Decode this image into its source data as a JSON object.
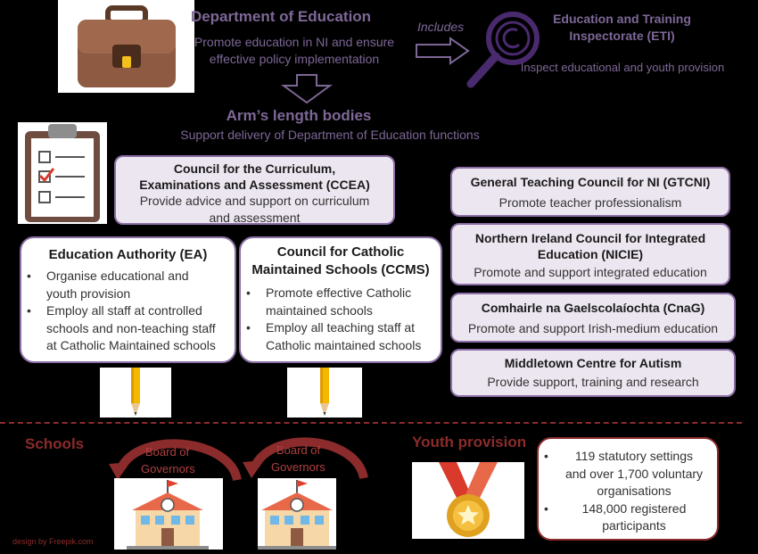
{
  "department": {
    "title": "Department of Education",
    "desc_line1": "Promote education in NI and ensure",
    "desc_line2": "effective policy implementation"
  },
  "includes_label": "Includes",
  "eti": {
    "title_line1": "Education and Training",
    "title_line2": "Inspectorate (ETI)",
    "desc": "Inspect educational and youth provision"
  },
  "arms_length": {
    "title": "Arm’s length bodies",
    "desc": "Support delivery of Department of Education functions"
  },
  "ccea": {
    "title_line1": "Council for the Curriculum,",
    "title_line2": "Examinations and Assessment (CCEA)",
    "desc_line1": "Provide advice and support on curriculum",
    "desc_line2": "and assessment"
  },
  "ea": {
    "title": "Education Authority (EA)",
    "bullets": [
      [
        "Organise educational and",
        "youth provision"
      ],
      [
        "Employ all staff at controlled",
        "schools and non-teaching staff",
        "at Catholic Maintained schools"
      ]
    ]
  },
  "ccms": {
    "title_line1": "Council for Catholic",
    "title_line2": "Maintained Schools (CCMS)",
    "bullets": [
      [
        "Promote effective Catholic",
        "maintained schools"
      ],
      [
        "Employ all teaching staff at",
        "Catholic maintained schools"
      ]
    ]
  },
  "right_bodies": [
    {
      "title_line1": "General Teaching Council for NI (GTCNI)",
      "title_line2": "",
      "desc": "Promote teacher professionalism"
    },
    {
      "title_line1": "Northern Ireland Council for Integrated",
      "title_line2": "Education (NICIE)",
      "desc": "Promote and support integrated education"
    },
    {
      "title_line1": "Comhairle na Gaelscolaíochta (CnaG)",
      "title_line2": "",
      "desc": "Promote and support Irish-medium education"
    },
    {
      "title_line1": "Middletown Centre for Autism",
      "title_line2": "",
      "desc": "Provide support, training and research"
    }
  ],
  "schools_label": "Schools",
  "board_label_line1": "Board of",
  "board_label_line2": "Governors",
  "youth": {
    "title": "Youth provision",
    "bullets": [
      [
        "119 statutory settings",
        "and over 1,700 voluntary",
        "organisations"
      ],
      [
        "148,000 registered",
        "participants"
      ]
    ]
  },
  "credit": "design by Freepik.com",
  "colors": {
    "purple": "#7d6796",
    "box_fill": "#ece6f0",
    "box_border": "#8b6ea5",
    "red": "#8b2b2b"
  },
  "icons": [
    "briefcase-icon",
    "magnifier-icon",
    "clipboard-icon",
    "pencil-icon",
    "school-icon",
    "medal-icon"
  ]
}
